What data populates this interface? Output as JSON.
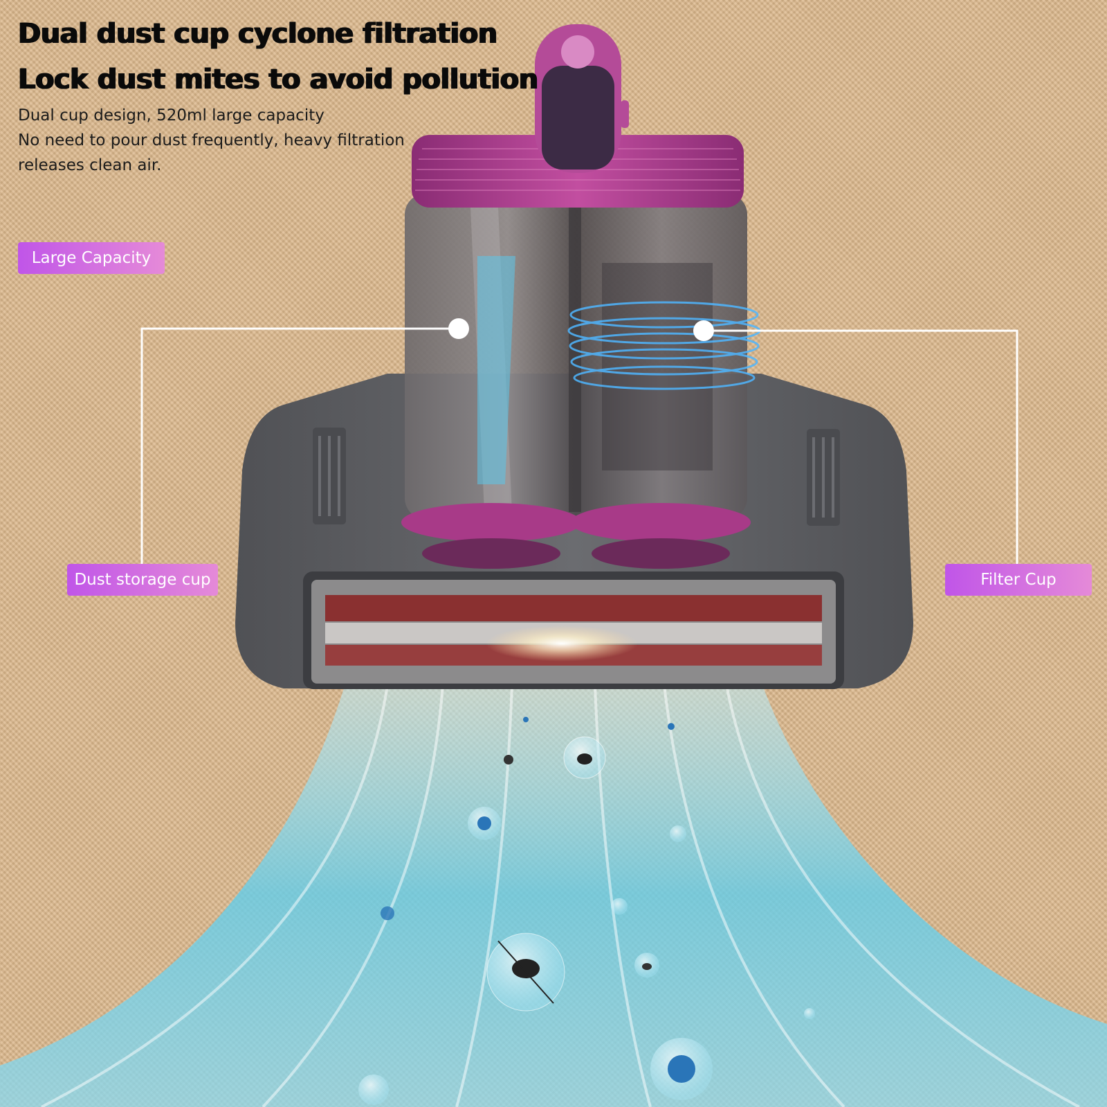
{
  "headline": {
    "line1": "Dual dust cup cyclone filtration",
    "line2": "Lock dust mites to avoid pollution"
  },
  "description": {
    "line1": "Dual cup design, 520ml large capacity",
    "line2": "No need to pour dust frequently, heavy filtration",
    "line3": "releases clean air."
  },
  "labels": {
    "large_capacity": "Large Capacity",
    "dust_storage_cup": "Dust storage cup",
    "filter_cup": "Filter Cup"
  },
  "colors": {
    "background": "#dcb88c",
    "accent_purple": "#c055e8",
    "device_magenta": "#a83a88",
    "device_gray": "#5e5f63",
    "airflow_cyan": "#6fd3ee"
  }
}
